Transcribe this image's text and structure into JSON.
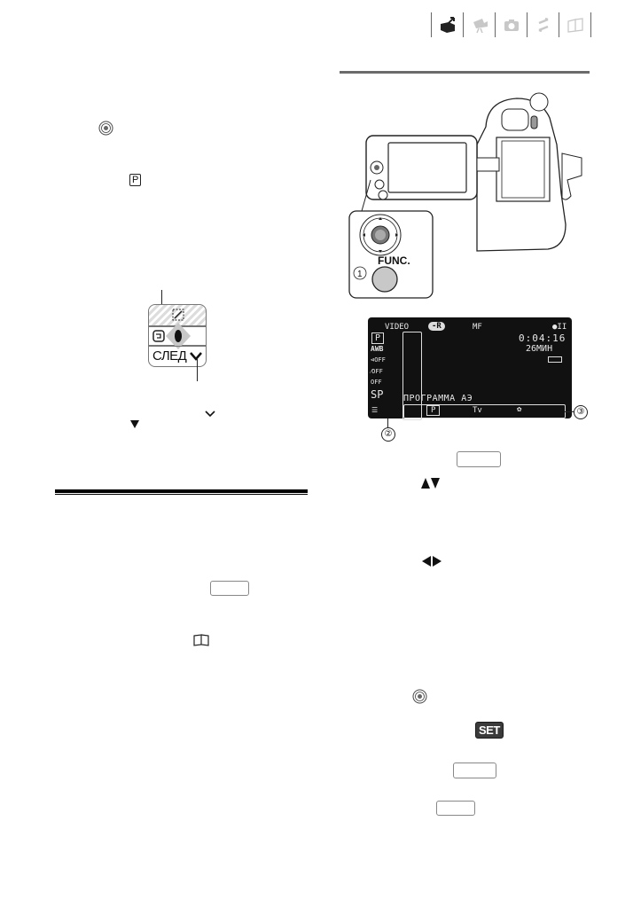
{
  "header": {
    "tabs": [
      {
        "icon": "preparations-icon",
        "active": true
      },
      {
        "icon": "video-camera-icon",
        "active": false
      },
      {
        "icon": "photo-camera-icon",
        "active": false
      },
      {
        "icon": "transfer-arrows-icon",
        "active": false
      },
      {
        "icon": "book-icon",
        "active": false
      }
    ],
    "active_color": "#222222",
    "inactive_color": "#c8c8c8"
  },
  "left_column": {
    "joystick_icon": "joystick-icon",
    "program_mode_badge": "P",
    "control_diagram": {
      "top_row_icon": "focus-icon",
      "middle_row_icon": "return-icon",
      "bottom_row_label": "СЛЕД",
      "bottom_row_icon": "chevron-down-icon"
    },
    "inline_symbols": {
      "chevron": "⌄",
      "down_triangle": "▼"
    },
    "section_rule": true,
    "func_button_outline": "",
    "book_ref_icon": "book-icon"
  },
  "right_column": {
    "illustration": {
      "callout_1": "①",
      "func_label": "FUNC."
    },
    "lcd": {
      "mode": "VIDEO",
      "disc_badge": "-R",
      "focus": "MF",
      "record_state": "●II",
      "timecode": "0:04:16",
      "remaining": "26МИН",
      "side_menu": [
        "P",
        "AWB",
        "⊲OFF",
        "⁄OFF",
        "OFF",
        "SP",
        "☰"
      ],
      "menu_title": "ПРОГРАММА АЭ",
      "options": [
        "P",
        "Tv",
        "✿"
      ],
      "callout_2": "②",
      "callout_3": "③"
    },
    "step_symbols": {
      "up_down": "▲▼",
      "left_right": "◀▶"
    },
    "set_badge": "SET"
  }
}
